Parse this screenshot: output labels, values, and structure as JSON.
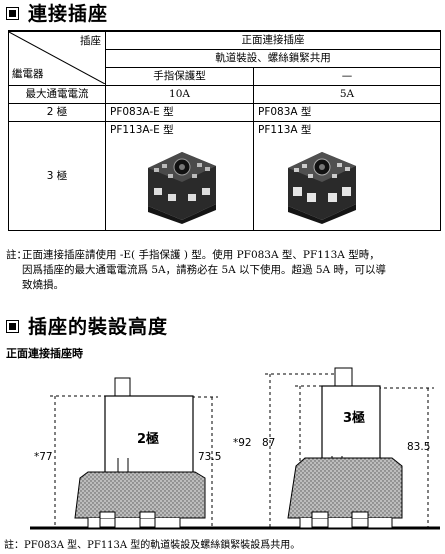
{
  "section1": {
    "title": "連接插座",
    "table": {
      "header_socket": "插座",
      "header_relay": "繼電器",
      "col_group": "正面連接插座",
      "mount": "軌道裝設、螺絲鎖緊共用",
      "col1_type": "手指保護型",
      "col2_type": "—",
      "row_current_label": "最大通電電流",
      "col1_current": "10A",
      "col2_current": "5A",
      "row_2pole_label": "2 極",
      "col1_2pole": "PF083A-E 型",
      "col2_2pole": "PF083A 型",
      "row_3pole_label": "3 極",
      "col1_3pole": "PF113A-E 型",
      "col2_3pole": "PF113A 型"
    },
    "note_prefix": "註：",
    "note_line1": "正面連接插座請使用 -E( 手指保護 ) 型。使用 PF083A 型、PF113A 型時，",
    "note_line2": "因爲插座的最大通電電流爲 5A，請務必在 5A 以下使用。超過 5A 時，可以導",
    "note_line3": "致燒損。"
  },
  "section2": {
    "title": "插座的裝設高度",
    "subtitle": "正面連接插座時",
    "left": {
      "label": "2極",
      "total": "*77",
      "height": "73.5"
    },
    "right": {
      "label": "3極",
      "total": "*92",
      "inner": "87",
      "height": "83.5"
    },
    "footnote": "註：PF083A 型、PF113A 型的軌道裝設及螺絲鎖緊裝設爲共用。"
  }
}
